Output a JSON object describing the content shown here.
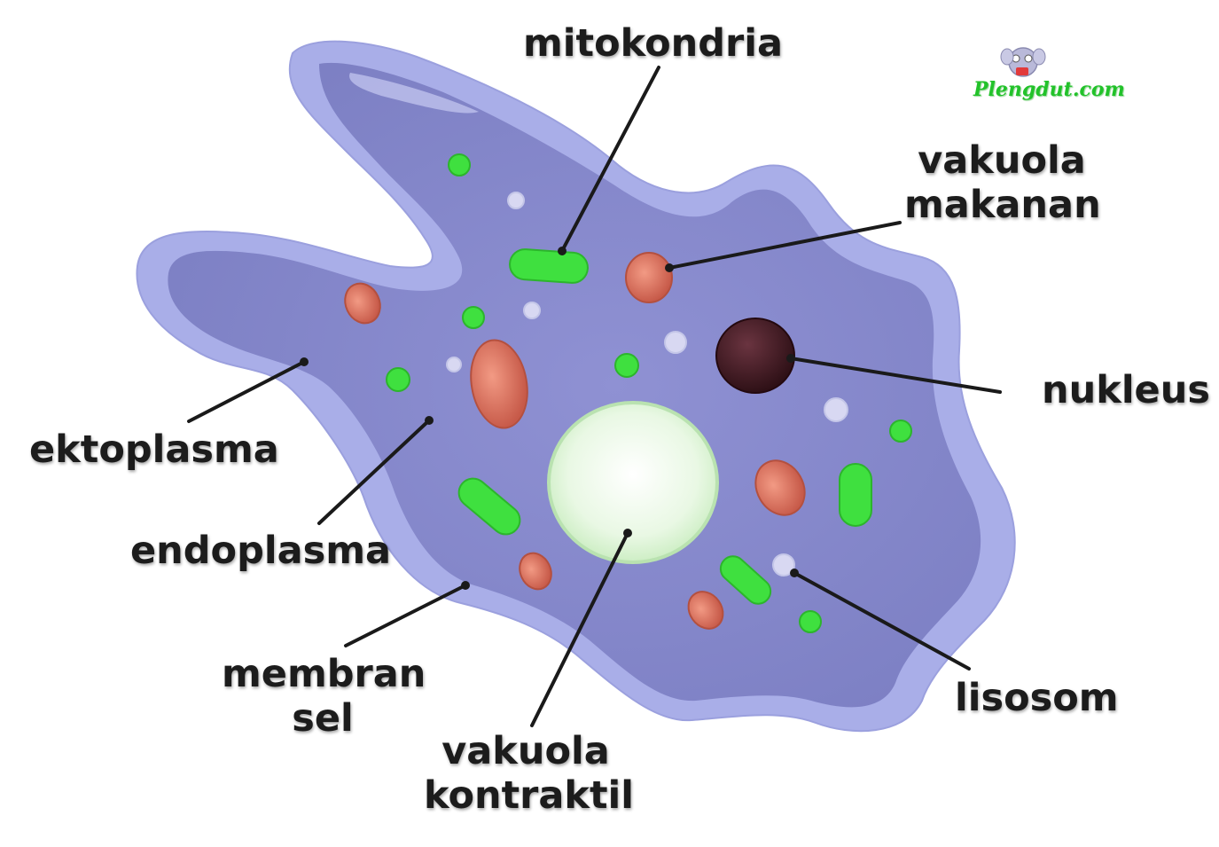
{
  "labels": {
    "mitokondria": "mitokondria",
    "vakuola_makanan": [
      "vakuola",
      "makanan"
    ],
    "nukleus": "nukleus",
    "ektoplasma": "ektoplasma",
    "endoplasma": "endoplasma",
    "membran_sel": [
      "membran",
      "sel"
    ],
    "vakuola_kontraktil": [
      "vakuola",
      "kontraktil"
    ],
    "lisosom": "lisosom"
  },
  "watermark": "Plengdut.com",
  "colors": {
    "membrane": "#a9aee8",
    "cytoplasm": "#8d8fd1",
    "cytoplasm_dark": "#7f81c6",
    "mitochondria": "#3fe03f",
    "food_vacuole": "#d9705e",
    "nucleus": "#3e1a22",
    "contractile_vacuole": "#e9f8e4",
    "lysosome": "#d8d8f2",
    "leader_line": "#1a1a1a",
    "watermark": "#22c22a"
  }
}
